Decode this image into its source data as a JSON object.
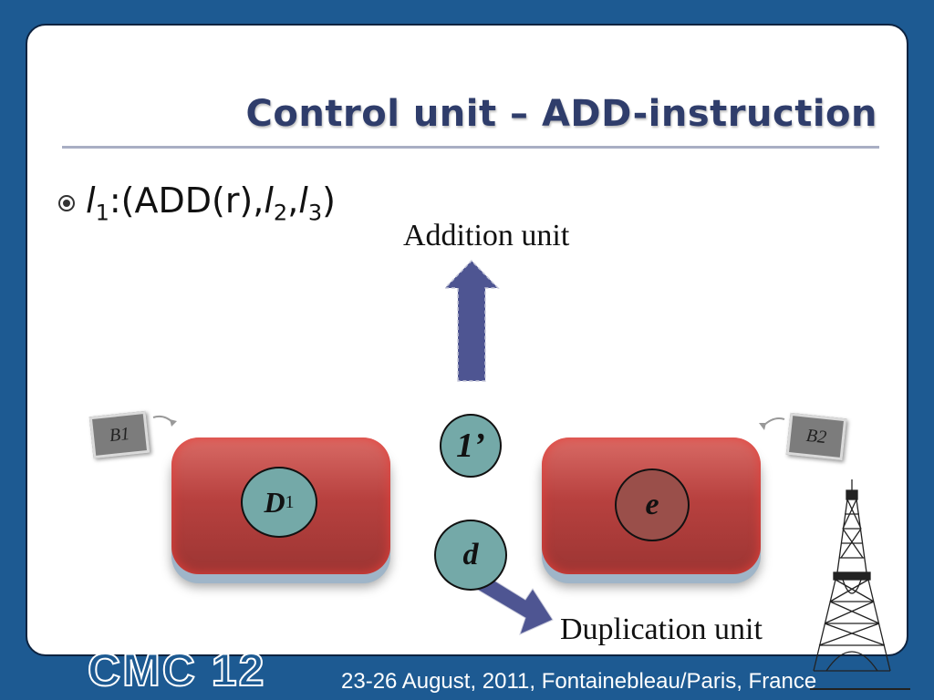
{
  "slide": {
    "title": "Control unit – ADD-instruction",
    "bullet": {
      "label": "l",
      "sub1": "1",
      "mid": ":(ADD(r),",
      "l2": "l",
      "sub2": "2",
      "sep": ",",
      "l3": "l",
      "sub3": "3",
      "close": ")"
    }
  },
  "diagram": {
    "addition_unit": "Addition unit",
    "duplication_unit": "Duplication unit",
    "tag_left": "B1",
    "tag_right": "B2",
    "obj_left": "D",
    "obj_left_sub": "1",
    "obj_top": "1’",
    "obj_bottom": "d",
    "obj_right": "e"
  },
  "footer": {
    "logo": "CMC 12",
    "event": "23-26 August, 2011, Fontainebleau/Paris, France"
  },
  "colors": {
    "background": "#1d5a92",
    "title": "#2f3d6b",
    "arrow": "#4e5592",
    "membrane": "#b8413f"
  }
}
